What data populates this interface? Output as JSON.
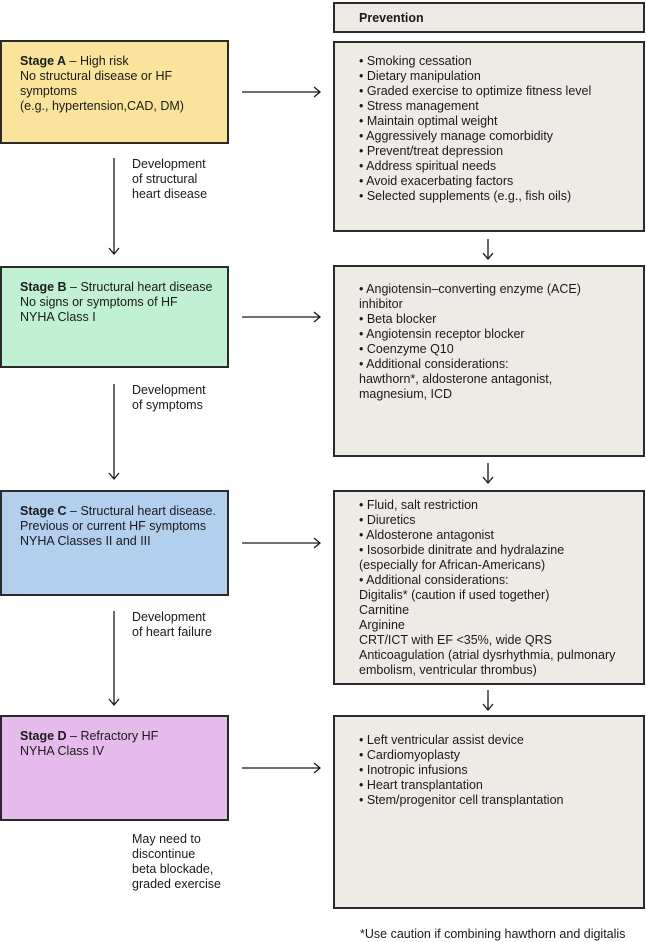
{
  "colors": {
    "stage_a": "#fae39a",
    "stage_b": "#c2f0d3",
    "stage_c": "#b3cfee",
    "stage_d": "#e5bbeb",
    "action_box": "#eeebe6",
    "border": "#2a2a2a"
  },
  "prevention_header": "Prevention",
  "stages": [
    {
      "label": "Stage A",
      "title": " – High risk",
      "lines": [
        "No structural disease or HF",
        "symptoms",
        "(e.g., hypertension,CAD, DM)"
      ]
    },
    {
      "label": "Stage B",
      "title": " – Structural heart disease",
      "lines": [
        "No signs or symptoms of HF",
        "NYHA Class I"
      ]
    },
    {
      "label": "Stage C",
      "title": " – Structural heart disease.",
      "lines": [
        "Previous or current HF symptoms",
        "NYHA Classes II and III"
      ]
    },
    {
      "label": "Stage D",
      "title": " – Refractory HF",
      "lines": [
        "NYHA Class IV"
      ]
    }
  ],
  "transitions": [
    [
      "Development",
      "of structural",
      "heart disease"
    ],
    [
      "Development",
      "of symptoms"
    ],
    [
      "Development",
      "of heart failure"
    ],
    [
      "May need to",
      "discontinue",
      "beta blockade,",
      "graded exercise"
    ]
  ],
  "actions": [
    [
      "• Smoking cessation",
      "• Dietary manipulation",
      "• Graded exercise to optimize fitness level",
      "• Stress management",
      "• Maintain optimal weight",
      "• Aggressively manage comorbidity",
      "• Prevent/treat depression",
      "• Address spiritual needs",
      "• Avoid exacerbating factors",
      "• Selected supplements (e.g., fish oils)"
    ],
    [
      "• Angiotensin–converting enzyme (ACE)",
      "inhibitor",
      "• Beta blocker",
      "• Angiotensin receptor blocker",
      "• Coenzyme Q10",
      "• Additional considerations:",
      "hawthorn*, aldosterone antagonist,",
      "magnesium, ICD"
    ],
    [
      "• Fluid, salt restriction",
      "• Diuretics",
      "• Aldosterone antagonist",
      "• Isosorbide dinitrate and hydralazine",
      "(especially for African-Americans)",
      "• Additional considerations:",
      "Digitalis* (caution if used together)",
      "Carnitine",
      "Arginine",
      "CRT/ICT with EF <35%, wide QRS",
      "Anticoagulation (atrial dysrhythmia, pulmonary",
      "embolism, ventricular thrombus)"
    ],
    [
      "• Left ventricular assist device",
      "• Cardiomyoplasty",
      "• Inotropic infusions",
      "• Heart transplantation",
      "• Stem/progenitor cell transplantation"
    ]
  ],
  "footnote": "*Use caution if combining hawthorn and digitalis"
}
